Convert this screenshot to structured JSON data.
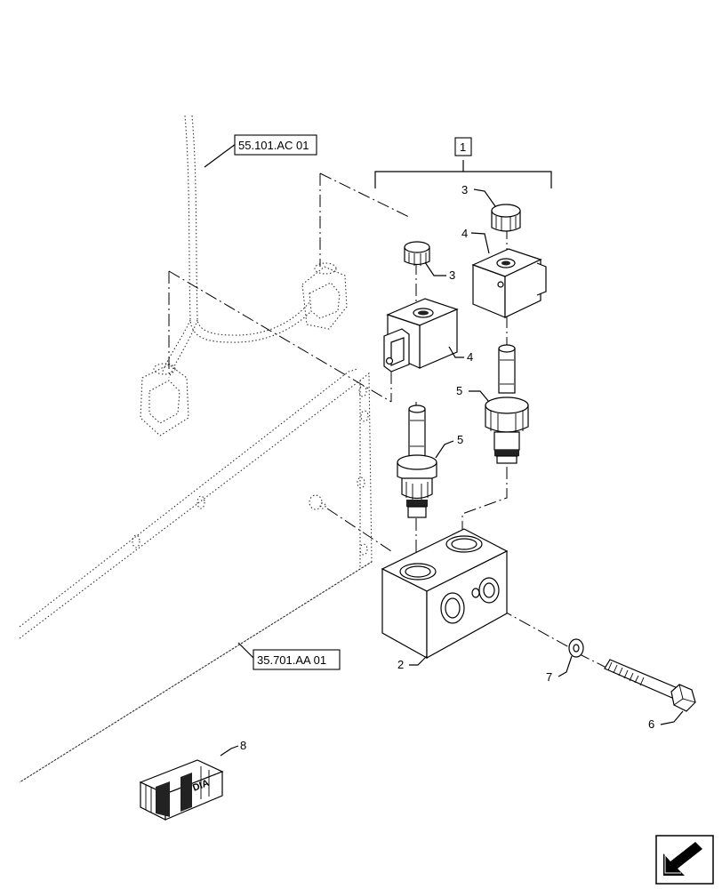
{
  "references": {
    "wiring_ref": "55.101.AC 01",
    "frame_ref": "35.701.AA 01"
  },
  "callouts": {
    "kit": "1",
    "block": "2",
    "nut_left": "3",
    "nut_right": "3",
    "coil_left": "4",
    "coil_right": "4",
    "cartridge_left": "5",
    "cartridge_right": "5",
    "bolt": "6",
    "washer": "7",
    "kit_box": "8"
  },
  "kit_box_label": "DIA"
}
